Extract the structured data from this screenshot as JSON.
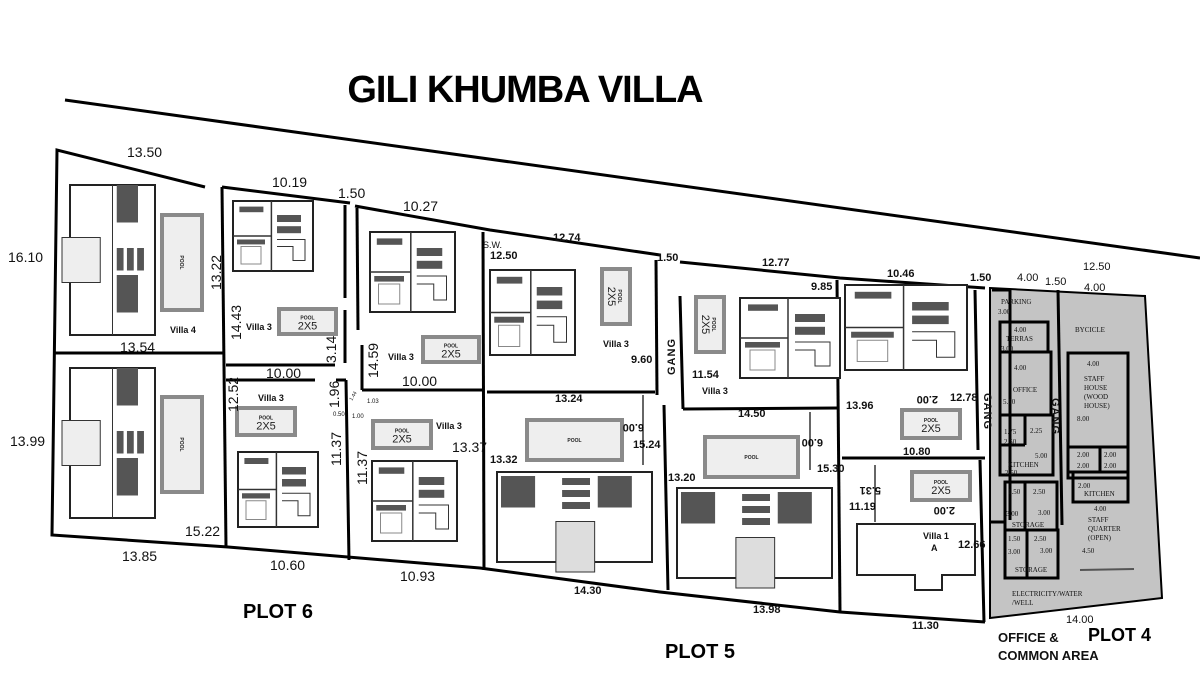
{
  "title": "GILI KHUMBA VILLA",
  "plots": {
    "plot6": "PLOT 6",
    "plot5": "PLOT 5",
    "plot4": "PLOT 4",
    "plot4_caption_1": "OFFICE &",
    "plot4_caption_2": "COMMON AREA"
  },
  "villas": [
    "Villa 4",
    "Villa 3",
    "Villa 3",
    "Villa 3",
    "Villa 3",
    "Villa 3",
    "Villa 3",
    "Villa 1",
    "A"
  ],
  "pool_labels": {
    "pool": "POOL",
    "size": "2X5"
  },
  "gang": "GANG",
  "sw": "S.W.",
  "plot6_dims": [
    "13.50",
    "16.10",
    "10.19",
    "1.50",
    "10.27",
    "13.22",
    "14.43",
    "3.14",
    "14.59",
    "13.54",
    "10.00",
    "10.00",
    "12.52",
    "1.96",
    "11.37",
    "1.44",
    "1.03",
    "0.50",
    "1.00",
    "11.37",
    "13.99",
    "13.37",
    "15.22",
    "13.85",
    "10.60",
    "10.93"
  ],
  "plot5_dims": [
    "12.74",
    "12.50",
    "1.50",
    "12.77",
    "9.85",
    "10.46",
    "1.50",
    "9.60",
    "11.54",
    "13.24",
    "14.50",
    "13.96",
    "2.00",
    "12.78",
    "6.00",
    "15.24",
    "6.00",
    "15.30",
    "13.32",
    "10.80",
    "13.20",
    "5.31",
    "11.19",
    "2.00",
    "12.66",
    "14.30",
    "13.98",
    "11.30"
  ],
  "plot4": {
    "top_dims": [
      "4.00",
      "1.50",
      "12.50",
      "4.00"
    ],
    "bottom_dim": "14.00",
    "rooms": {
      "parking": "PARKING",
      "parking_dim": "3.00",
      "terras_w": "4.00",
      "terras": "TERRAS",
      "terras_d": "3.00",
      "office_w": "4.00",
      "office": "OFFICE",
      "office_d": "5.50",
      "small_w": "1.75",
      "small_d": "2.50",
      "small2_w": "2.25",
      "kitchen_w": "5.00",
      "kitchen": "KITCHEN",
      "kitchen_d": "2.50",
      "st1_w": "1.50",
      "st1_w2": "2.50",
      "st1_d": "3.00",
      "st1_d2": "3.00",
      "storage1": "STORAGE",
      "st2_w": "1.50",
      "st2_w2": "2.50",
      "st2_d": "3.00",
      "st2_d2": "3.00",
      "storage2": "STORAGE",
      "bycicle": "BYCICLE",
      "staff_w": "4.00",
      "staff_house": [
        "STAFF",
        "HOUSE",
        "(WOOD",
        "HOUSE)"
      ],
      "staff_d": "8.00",
      "r1a": "2.00",
      "r1b": "2.00",
      "r2a": "2.00",
      "r2b": "2.00",
      "sk_w": "2.00",
      "staff_kitchen": "KITCHEN",
      "sq_w": "4.00",
      "staff_quarter": [
        "STAFF",
        "QUARTER",
        "(OPEN)"
      ],
      "sq_d": "4.50",
      "utility": [
        "ELECTRICITY/WATER",
        "/WELL"
      ]
    }
  },
  "colors": {
    "plot4_fill": "#c4c4c4",
    "pool_border": "#8a8a8a",
    "dark_block": "#555555"
  }
}
